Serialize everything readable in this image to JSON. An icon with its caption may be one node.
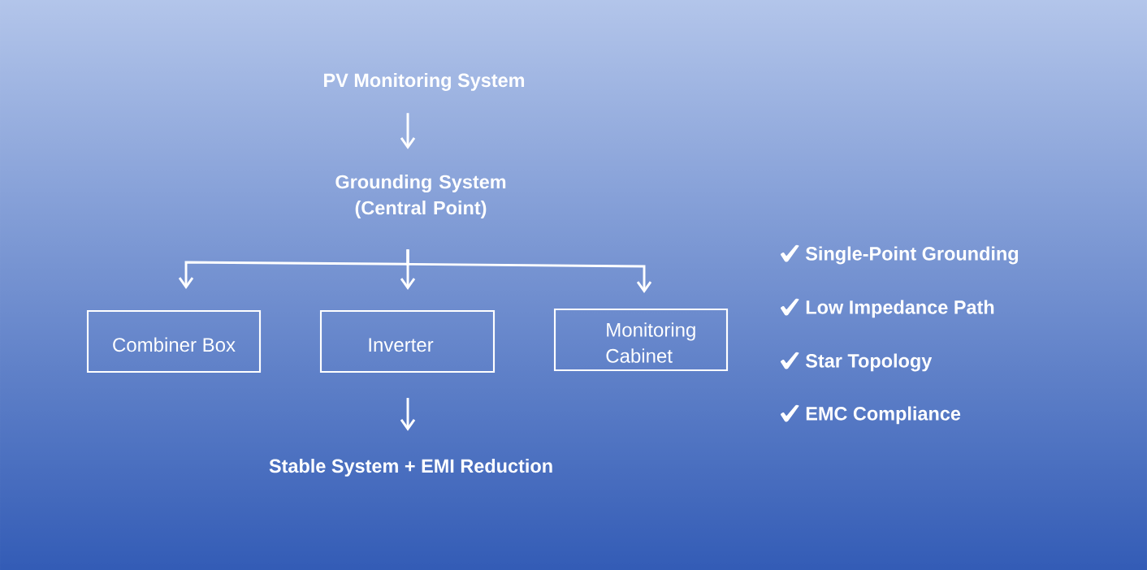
{
  "diagram": {
    "nodes": [
      {
        "text": [
          "PV Monitoring System"
        ]
      },
      {
        "text": [
          "Grounding System (Central Point)"
        ]
      },
      {
        "text": [
          "Combiner Box"
        ]
      },
      {
        "text": [
          "Inverter"
        ]
      },
      {
        "text": [
          "Monitoring Cabinet"
        ]
      },
      {
        "text": [
          "Stable System + EMI Reduction"
        ]
      }
    ],
    "edges": [
      {
        "from": 0,
        "to": 1,
        "arrow": "to"
      },
      {
        "from": 1,
        "to": 2,
        "arrow": "to"
      },
      {
        "from": 1,
        "to": 3,
        "arrow": "to"
      },
      {
        "from": 1,
        "to": 4,
        "arrow": "to"
      },
      {
        "from": 3,
        "to": 5,
        "arrow": "to"
      }
    ],
    "labels": [
      "Single-Point Grounding",
      "Low Impedance Path",
      "Star Topology",
      "EMC Compliance"
    ]
  }
}
